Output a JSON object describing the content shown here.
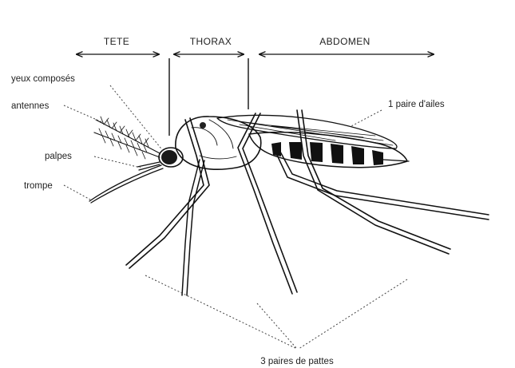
{
  "regions": [
    {
      "key": "head",
      "label": "TETE"
    },
    {
      "key": "thorax",
      "label": "THORAX"
    },
    {
      "key": "abdomen",
      "label": "ABDOMEN"
    }
  ],
  "parts": {
    "eyes": "yeux composés",
    "antennae": "antennes",
    "palps": "palpes",
    "proboscis": "trompe",
    "wings": "1 paire d'ailes",
    "legs": "3 paires de pattes"
  }
}
